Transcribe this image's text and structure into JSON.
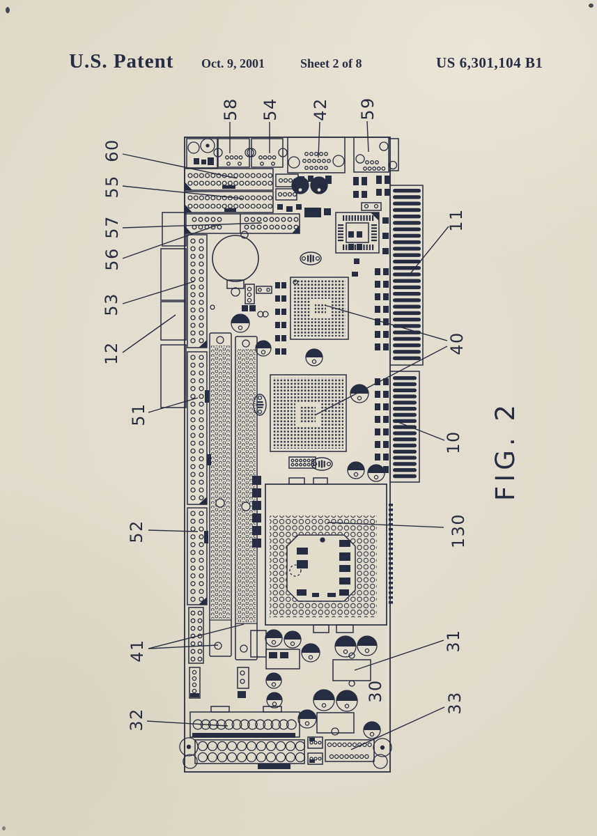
{
  "header": {
    "title": "U.S. Patent",
    "date": "Oct. 9, 2001",
    "sheet": "Sheet 2 of 8",
    "number": "US 6,301,104 B1"
  },
  "figure": {
    "label": "FIG. 2"
  },
  "ref_labels": [
    {
      "id": "58"
    },
    {
      "id": "54"
    },
    {
      "id": "42"
    },
    {
      "id": "59"
    },
    {
      "id": "60"
    },
    {
      "id": "55"
    },
    {
      "id": "57"
    },
    {
      "id": "56"
    },
    {
      "id": "53"
    },
    {
      "id": "12"
    },
    {
      "id": "51"
    },
    {
      "id": "52"
    },
    {
      "id": "41"
    },
    {
      "id": "32"
    },
    {
      "id": "11"
    },
    {
      "id": "40"
    },
    {
      "id": "10"
    },
    {
      "id": "130"
    },
    {
      "id": "31"
    },
    {
      "id": "30"
    },
    {
      "id": "33"
    }
  ],
  "colors": {
    "paper": "#e2dccd",
    "ink": "#272d40"
  }
}
